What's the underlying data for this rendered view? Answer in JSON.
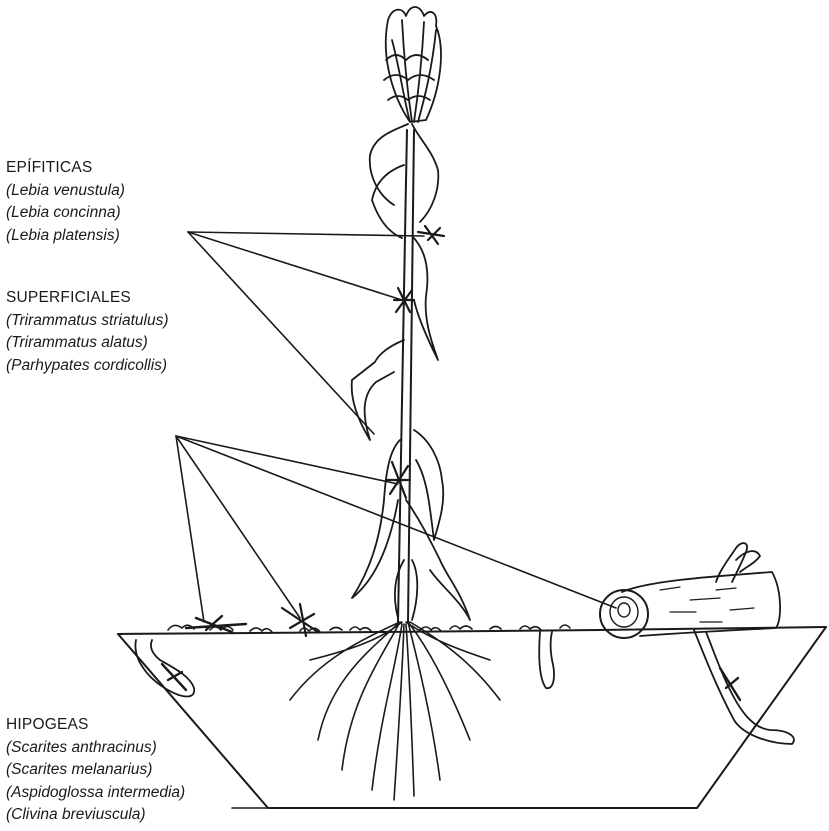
{
  "groups": {
    "epifiticas": {
      "title": "EPÍFITICAS",
      "species": [
        "(Lebia venustula)",
        "(Lebia concinna)",
        "(Lebia platensis)"
      ]
    },
    "superficiales": {
      "title": "SUPERFICIALES",
      "species": [
        "(Trirammatus striatulus)",
        "(Trirammatus alatus)",
        "(Parhypates cordicollis)"
      ]
    },
    "hipogeas": {
      "title": "HIPOGEAS",
      "species": [
        "(Scarites anthracinus)",
        "(Scarites melanarius)",
        "(Aspidoglossa intermedia)",
        "(Clivina breviuscula)"
      ]
    }
  },
  "colors": {
    "ink": "#1a1a1a",
    "background": "#ffffff"
  }
}
